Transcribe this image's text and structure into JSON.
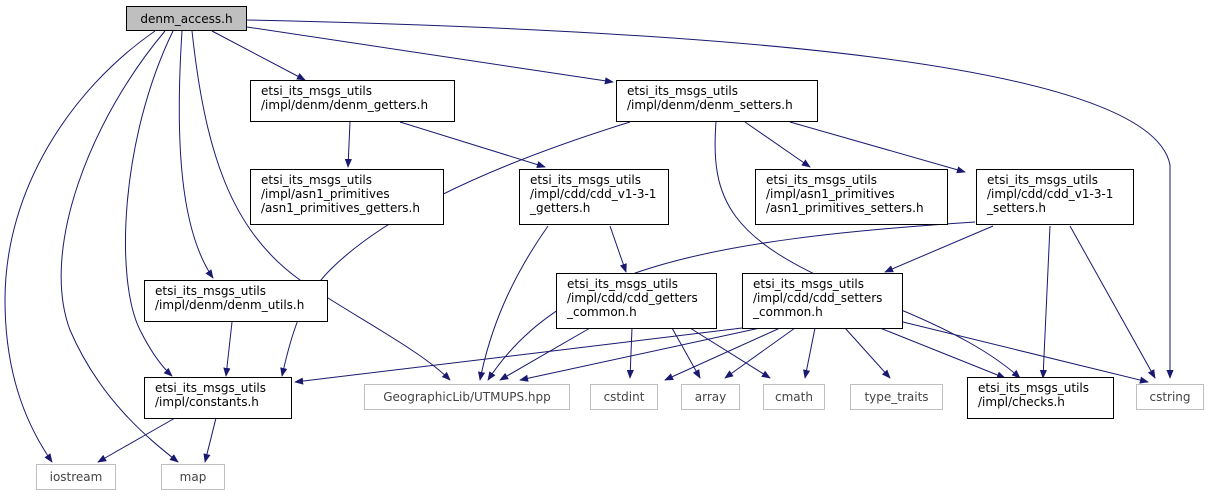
{
  "colors": {
    "edge": "#191970",
    "root_fill": "#bfbfbf",
    "ext_border": "#bfbfbf"
  },
  "nodes": {
    "root": {
      "label": "denm_access.h"
    },
    "denm_getters": {
      "lines": [
        "etsi_its_msgs_utils",
        "/impl/denm/denm_getters.h"
      ]
    },
    "denm_setters": {
      "lines": [
        "etsi_its_msgs_utils",
        "/impl/denm/denm_setters.h"
      ]
    },
    "asn1_getters": {
      "lines": [
        "etsi_its_msgs_utils",
        "/impl/asn1_primitives",
        "/asn1_primitives_getters.h"
      ]
    },
    "cdd_getters": {
      "lines": [
        "etsi_its_msgs_utils",
        "/impl/cdd/cdd_v1-3-1",
        "_getters.h"
      ]
    },
    "asn1_setters": {
      "lines": [
        "etsi_its_msgs_utils",
        "/impl/asn1_primitives",
        "/asn1_primitives_setters.h"
      ]
    },
    "cdd_setters": {
      "lines": [
        "etsi_its_msgs_utils",
        "/impl/cdd/cdd_v1-3-1",
        "_setters.h"
      ]
    },
    "denm_utils": {
      "lines": [
        "etsi_its_msgs_utils",
        "/impl/denm/denm_utils.h"
      ]
    },
    "cdd_getters_common": {
      "lines": [
        "etsi_its_msgs_utils",
        "/impl/cdd/cdd_getters",
        "_common.h"
      ]
    },
    "cdd_setters_common": {
      "lines": [
        "etsi_its_msgs_utils",
        "/impl/cdd/cdd_setters",
        "_common.h"
      ]
    },
    "constants": {
      "lines": [
        "etsi_its_msgs_utils",
        "/impl/constants.h"
      ]
    },
    "checks": {
      "lines": [
        "etsi_its_msgs_utils",
        "/impl/checks.h"
      ]
    },
    "utmups": {
      "label": "GeographicLib/UTMUPS.hpp"
    },
    "cstdint": {
      "label": "cstdint"
    },
    "array": {
      "label": "array"
    },
    "cmath": {
      "label": "cmath"
    },
    "type_traits": {
      "label": "type_traits"
    },
    "cstring": {
      "label": "cstring"
    },
    "iostream": {
      "label": "iostream"
    },
    "map": {
      "label": "map"
    }
  }
}
